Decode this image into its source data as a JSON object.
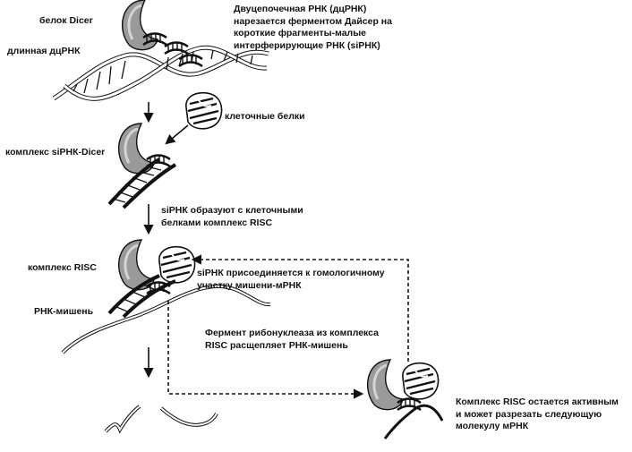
{
  "labels": {
    "dicer_protein": "белок Dicer",
    "long_dsrna": "длинная дцРНК",
    "cell_proteins": "клеточные белки",
    "sirna_dicer_complex": "комплекс siРНК-Dicer",
    "risc_complex": "комплекс RISC",
    "target_rna": "РНК-мишень"
  },
  "descriptions": {
    "step1": [
      "Двуцепочечная РНК (дцРНК)",
      "нарезается ферментом Дайсер на",
      "короткие фрагменты-малые",
      "интерферирующие РНК (siРНК)"
    ],
    "step2": [
      "siРНК образуют с клеточными",
      "белками комплекс RISC"
    ],
    "step3": [
      "siРНК присоединяется к гомологичному",
      "участку мишени-мРНК"
    ],
    "step4": [
      "Фермент рибонуклеаза из комплекса",
      "RISC расщепляет РНК-мишень"
    ],
    "step5": [
      "Комплекс RISC остается активным",
      "и может разрезать следующую",
      "молекулу мРНК"
    ]
  },
  "colors": {
    "ink": "#111111",
    "dicer_fill": "#9a9a9a",
    "dicer_highlight": "#d4d4d4",
    "protein_fill": "#ffffff"
  }
}
